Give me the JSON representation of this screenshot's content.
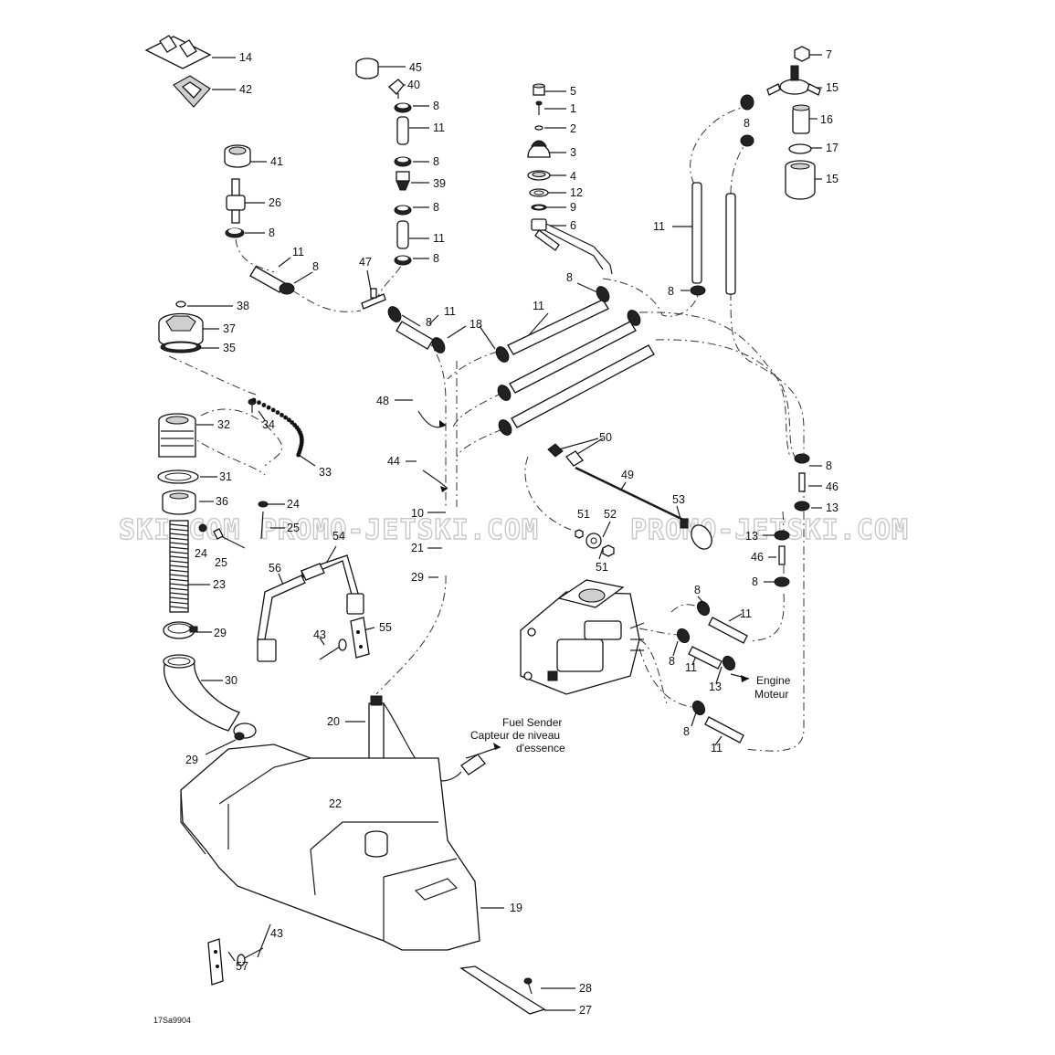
{
  "diagram": {
    "drawing_code": "17Sa9904",
    "watermarks": [
      "SKI.COM",
      "PROMO-JETSKI.COM",
      "PROMO-JETSKI.COM"
    ],
    "notes": {
      "fuel_sender_en": "Fuel Sender",
      "fuel_sender_fr": "Capteur de niveau",
      "fuel_sender_fr2": "d'essence",
      "engine_en": "Engine",
      "engine_fr": "Moteur"
    },
    "callouts": [
      "14",
      "42",
      "41",
      "26",
      "8",
      "11",
      "8",
      "38",
      "37",
      "35",
      "32",
      "34",
      "33",
      "31",
      "36",
      "24",
      "25",
      "24",
      "25",
      "23",
      "29",
      "30",
      "29",
      "45",
      "40",
      "8",
      "11",
      "8",
      "39",
      "8",
      "11",
      "8",
      "47",
      "8",
      "11",
      "18",
      "48",
      "44",
      "10",
      "21",
      "29",
      "20",
      "22",
      "19",
      "5",
      "1",
      "2",
      "3",
      "4",
      "12",
      "9",
      "6",
      "8",
      "11",
      "7",
      "15",
      "8",
      "16",
      "17",
      "15",
      "11",
      "8",
      "50",
      "49",
      "53",
      "52",
      "51",
      "51",
      "8",
      "46",
      "13",
      "13",
      "46",
      "8",
      "8",
      "11",
      "8",
      "11",
      "13",
      "8",
      "11",
      "54",
      "56",
      "55",
      "43",
      "43",
      "57",
      "28",
      "27"
    ]
  }
}
